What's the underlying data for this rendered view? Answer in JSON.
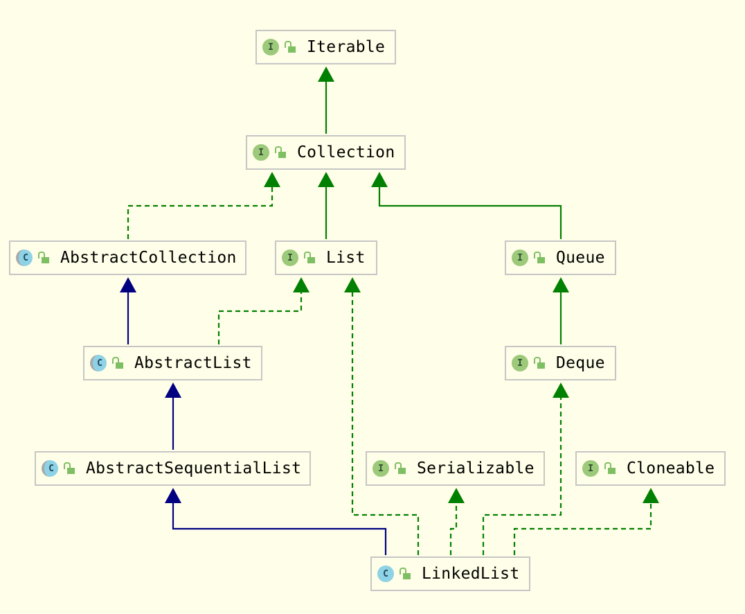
{
  "colors": {
    "background": "#fffee8",
    "interface_extends": "#008000",
    "class_extends": "#000080",
    "implements": "#008000",
    "interface_badge": "#9cc97a",
    "class_badge": "#8ed2e6",
    "public_lock": "#7fbf63"
  },
  "nodes": {
    "iterable": {
      "label": "Iterable",
      "kind": "I",
      "kind_name": "interface-icon"
    },
    "collection": {
      "label": "Collection",
      "kind": "I",
      "kind_name": "interface-icon"
    },
    "abstract_collection": {
      "label": "AbstractCollection",
      "kind": "C",
      "kind_name": "abstract-class-icon"
    },
    "list": {
      "label": "List",
      "kind": "I",
      "kind_name": "interface-icon"
    },
    "queue": {
      "label": "Queue",
      "kind": "I",
      "kind_name": "interface-icon"
    },
    "abstract_list": {
      "label": "AbstractList",
      "kind": "C",
      "kind_name": "abstract-class-icon"
    },
    "deque": {
      "label": "Deque",
      "kind": "I",
      "kind_name": "interface-icon"
    },
    "abstract_sequential_list": {
      "label": "AbstractSequentialList",
      "kind": "C",
      "kind_name": "abstract-class-icon"
    },
    "serializable": {
      "label": "Serializable",
      "kind": "I",
      "kind_name": "interface-icon"
    },
    "cloneable": {
      "label": "Cloneable",
      "kind": "I",
      "kind_name": "interface-icon"
    },
    "linked_list": {
      "label": "LinkedList",
      "kind": "C",
      "kind_name": "class-icon"
    }
  },
  "edges": [
    {
      "from": "collection",
      "to": "iterable",
      "style": "interface_extends"
    },
    {
      "from": "abstract_collection",
      "to": "collection",
      "style": "implements"
    },
    {
      "from": "list",
      "to": "collection",
      "style": "interface_extends"
    },
    {
      "from": "queue",
      "to": "collection",
      "style": "interface_extends"
    },
    {
      "from": "abstract_list",
      "to": "abstract_collection",
      "style": "class_extends"
    },
    {
      "from": "abstract_list",
      "to": "list",
      "style": "implements"
    },
    {
      "from": "deque",
      "to": "queue",
      "style": "interface_extends"
    },
    {
      "from": "abstract_sequential_list",
      "to": "abstract_list",
      "style": "class_extends"
    },
    {
      "from": "linked_list",
      "to": "abstract_sequential_list",
      "style": "class_extends"
    },
    {
      "from": "linked_list",
      "to": "list",
      "style": "implements"
    },
    {
      "from": "linked_list",
      "to": "serializable",
      "style": "implements"
    },
    {
      "from": "linked_list",
      "to": "deque",
      "style": "implements"
    },
    {
      "from": "linked_list",
      "to": "cloneable",
      "style": "implements"
    }
  ]
}
